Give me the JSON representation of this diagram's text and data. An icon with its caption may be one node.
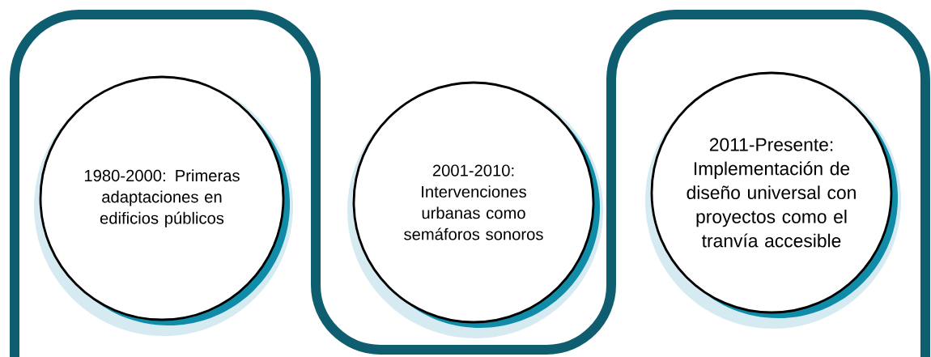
{
  "diagram": {
    "nodes": [
      {
        "text": [
          "1980-2000: Primeras adaptaciones en edificios públicos"
        ]
      },
      {
        "text": [
          "2001-2010: Intervenciones urbanas como semáforos sonoros"
        ]
      },
      {
        "text": [
          "2011-Presente: Implementación de diseño universal con proyectos como el tranvía accesible"
        ]
      }
    ]
  }
}
